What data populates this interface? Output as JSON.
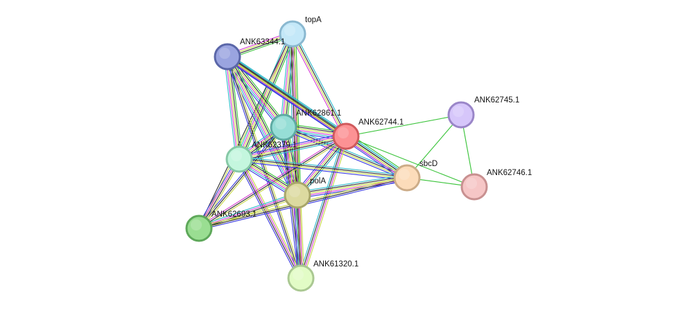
{
  "network": {
    "nodes": [
      {
        "id": "topA",
        "label": "topA",
        "fill": "#c4e8f8",
        "stroke": "#8ab8d0"
      },
      {
        "id": "ANK63344.1",
        "label": "ANK63344.1",
        "fill": "#9aa4e0",
        "stroke": "#5a66a8"
      },
      {
        "id": "ANK62861.1",
        "label": "ANK62861.1",
        "fill": "#96ded6",
        "stroke": "#5eaaa2"
      },
      {
        "id": "ANK62744.1",
        "label": "ANK62744.1",
        "fill": "#fc9294",
        "stroke": "#d05a5c"
      },
      {
        "id": "ANK62745.1",
        "label": "ANK62745.1",
        "fill": "#d6c6fa",
        "stroke": "#9a86c8"
      },
      {
        "id": "ANK62379.1",
        "label": "ANK62379.1",
        "fill": "#c4f6de",
        "stroke": "#86c8a6"
      },
      {
        "id": "sbcD",
        "label": "sbcD",
        "fill": "#fcdcba",
        "stroke": "#ccac88"
      },
      {
        "id": "ANK62746.1",
        "label": "ANK62746.1",
        "fill": "#f6c6c6",
        "stroke": "#c89090"
      },
      {
        "id": "polA",
        "label": "polA",
        "fill": "#dcdaa0",
        "stroke": "#a8a66a"
      },
      {
        "id": "ANK62693.1",
        "label": "ANK62693.1",
        "fill": "#9ade92",
        "stroke": "#5ea85a"
      },
      {
        "id": "ANK61320.1",
        "label": "ANK61320.1",
        "fill": "#e2fcc6",
        "stroke": "#aac892"
      }
    ],
    "edges": [
      {
        "source": "topA",
        "target": "ANK63344.1",
        "evidence": [
          "neighborhood",
          "coexpression",
          "textmining",
          "experimental"
        ]
      },
      {
        "source": "topA",
        "target": "ANK62861.1",
        "evidence": [
          "neighborhood",
          "coexpression",
          "textmining",
          "experimental",
          "database"
        ]
      },
      {
        "source": "topA",
        "target": "ANK62744.1",
        "evidence": [
          "database",
          "coexpression",
          "textmining",
          "experimental"
        ]
      },
      {
        "source": "topA",
        "target": "ANK62379.1",
        "evidence": [
          "neighborhood",
          "coexpression",
          "textmining",
          "experimental",
          "database"
        ]
      },
      {
        "source": "topA",
        "target": "polA",
        "evidence": [
          "neighborhood",
          "coexpression",
          "textmining",
          "experimental",
          "database"
        ]
      },
      {
        "source": "topA",
        "target": "ANK62693.1",
        "evidence": [
          "textmining",
          "coexpression"
        ]
      },
      {
        "source": "topA",
        "target": "ANK61320.1",
        "evidence": [
          "textmining",
          "experimental",
          "coexpression"
        ]
      },
      {
        "source": "ANK63344.1",
        "target": "ANK62861.1",
        "evidence": [
          "neighborhood",
          "coexpression",
          "textmining",
          "experimental",
          "database",
          "cooccurrence"
        ]
      },
      {
        "source": "ANK63344.1",
        "target": "ANK62744.1",
        "evidence": [
          "database",
          "coexpression",
          "textmining",
          "experimental",
          "cooccurrence"
        ]
      },
      {
        "source": "ANK63344.1",
        "target": "ANK62379.1",
        "evidence": [
          "neighborhood",
          "coexpression",
          "textmining",
          "experimental",
          "database"
        ]
      },
      {
        "source": "ANK63344.1",
        "target": "polA",
        "evidence": [
          "neighborhood",
          "coexpression",
          "textmining",
          "experimental",
          "database",
          "cooccurrence"
        ]
      },
      {
        "source": "ANK63344.1",
        "target": "sbcD",
        "evidence": [
          "database",
          "coexpression",
          "textmining",
          "cooccurrence"
        ]
      },
      {
        "source": "ANK63344.1",
        "target": "ANK61320.1",
        "evidence": [
          "textmining",
          "coexpression",
          "cooccurrence"
        ]
      },
      {
        "source": "ANK62861.1",
        "target": "ANK62744.1",
        "evidence": [
          "neighborhood",
          "coexpression",
          "textmining",
          "experimental",
          "database",
          "cooccurrence"
        ]
      },
      {
        "source": "ANK62861.1",
        "target": "ANK62379.1",
        "evidence": [
          "neighborhood",
          "coexpression",
          "textmining",
          "experimental",
          "database"
        ]
      },
      {
        "source": "ANK62861.1",
        "target": "polA",
        "evidence": [
          "neighborhood",
          "coexpression",
          "textmining",
          "experimental",
          "database",
          "cooccurrence"
        ]
      },
      {
        "source": "ANK62861.1",
        "target": "sbcD",
        "evidence": [
          "database",
          "coexpression",
          "textmining",
          "cooccurrence"
        ]
      },
      {
        "source": "ANK62861.1",
        "target": "ANK62693.1",
        "evidence": [
          "textmining",
          "coexpression",
          "cooccurrence"
        ]
      },
      {
        "source": "ANK62861.1",
        "target": "ANK61320.1",
        "evidence": [
          "textmining",
          "experimental",
          "coexpression",
          "cooccurrence"
        ]
      },
      {
        "source": "ANK62744.1",
        "target": "ANK62379.1",
        "evidence": [
          "database",
          "coexpression",
          "textmining",
          "experimental",
          "cooccurrence"
        ]
      },
      {
        "source": "ANK62744.1",
        "target": "polA",
        "evidence": [
          "database",
          "coexpression",
          "textmining",
          "experimental",
          "cooccurrence"
        ]
      },
      {
        "source": "ANK62744.1",
        "target": "sbcD",
        "evidence": [
          "neighborhood",
          "database",
          "coexpression",
          "textmining",
          "experimental",
          "cooccurrence"
        ]
      },
      {
        "source": "ANK62744.1",
        "target": "ANK62745.1",
        "evidence": [
          "neighborhood"
        ]
      },
      {
        "source": "ANK62744.1",
        "target": "ANK62746.1",
        "evidence": [
          "neighborhood"
        ]
      },
      {
        "source": "ANK62744.1",
        "target": "ANK62693.1",
        "evidence": [
          "textmining",
          "coexpression",
          "experimental"
        ]
      },
      {
        "source": "ANK62744.1",
        "target": "ANK61320.1",
        "evidence": [
          "textmining",
          "experimental",
          "coexpression",
          "database"
        ]
      },
      {
        "source": "ANK62379.1",
        "target": "polA",
        "evidence": [
          "neighborhood",
          "coexpression",
          "textmining",
          "experimental",
          "database",
          "cooccurrence"
        ]
      },
      {
        "source": "ANK62379.1",
        "target": "sbcD",
        "evidence": [
          "database",
          "coexpression",
          "textmining",
          "cooccurrence"
        ]
      },
      {
        "source": "ANK62379.1",
        "target": "ANK62693.1",
        "evidence": [
          "textmining",
          "coexpression",
          "experimental",
          "cooccurrence"
        ]
      },
      {
        "source": "ANK62379.1",
        "target": "ANK61320.1",
        "evidence": [
          "textmining",
          "experimental",
          "coexpression",
          "cooccurrence"
        ]
      },
      {
        "source": "polA",
        "target": "sbcD",
        "evidence": [
          "database",
          "coexpression",
          "textmining",
          "experimental",
          "cooccurrence"
        ]
      },
      {
        "source": "polA",
        "target": "ANK62693.1",
        "evidence": [
          "textmining",
          "coexpression",
          "experimental",
          "database"
        ]
      },
      {
        "source": "polA",
        "target": "ANK61320.1",
        "evidence": [
          "textmining",
          "experimental",
          "coexpression",
          "database",
          "cooccurrence"
        ]
      },
      {
        "source": "ANK62693.1",
        "target": "sbcD",
        "evidence": [
          "textmining",
          "coexpression",
          "cooccurrence"
        ]
      },
      {
        "source": "sbcD",
        "target": "ANK62745.1",
        "evidence": [
          "neighborhood"
        ]
      },
      {
        "source": "sbcD",
        "target": "ANK62746.1",
        "evidence": [
          "neighborhood"
        ]
      },
      {
        "source": "ANK62745.1",
        "target": "ANK62746.1",
        "evidence": [
          "neighborhood"
        ]
      }
    ],
    "evidence_colors": {
      "neighborhood": "#3cc43c",
      "database": "#33bbcc",
      "experimental": "#d43fd4",
      "textmining": "#c8d84a",
      "coexpression": "#333333",
      "cooccurrence": "#3e3ee0",
      "fusion": "#e03030"
    }
  }
}
